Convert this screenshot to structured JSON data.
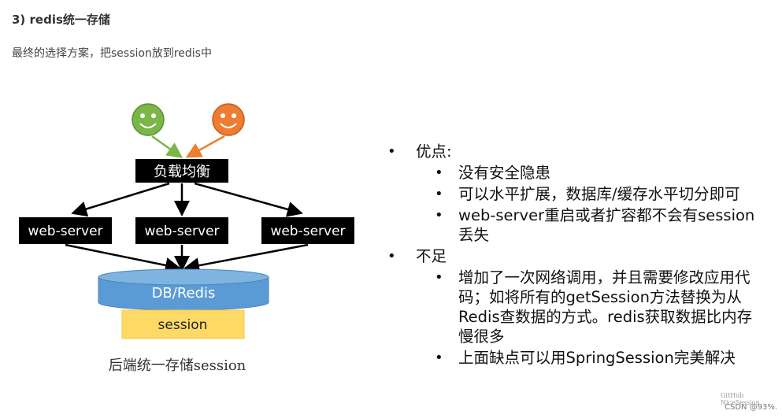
{
  "section": {
    "heading": "3) redis统一存储",
    "intro": "最终的选择方案，把session放到redis中"
  },
  "diagram": {
    "load_balancer": "负载均衡",
    "servers": [
      "web-server",
      "web-server",
      "web-server"
    ],
    "db": "DB/Redis",
    "session": "session",
    "caption": "后端统一存储session",
    "colors": {
      "face_green": "#7ab648",
      "face_orange": "#ee7d31",
      "db_blue": "#5b9bd5",
      "session_box": "#ffd966",
      "node_black": "#000000"
    }
  },
  "bullets": {
    "pros_label": "优点:",
    "pros": [
      "没有安全隐患",
      "可以水平扩展，数据库/缓存水平切分即可",
      "web-server重启或者扩容都不会有session丢失"
    ],
    "cons_label": "不足",
    "cons": [
      "增加了一次网络调用，并且需要修改应用代码；如将所有的getSession方法替换为从Redis查数据的方式。redis获取数据比内存慢很多",
      "上面缺点可以用SpringSession完美解决"
    ]
  },
  "watermark": {
    "line1": "GitHub NiceSession",
    "line2": "CSDN @93%."
  }
}
